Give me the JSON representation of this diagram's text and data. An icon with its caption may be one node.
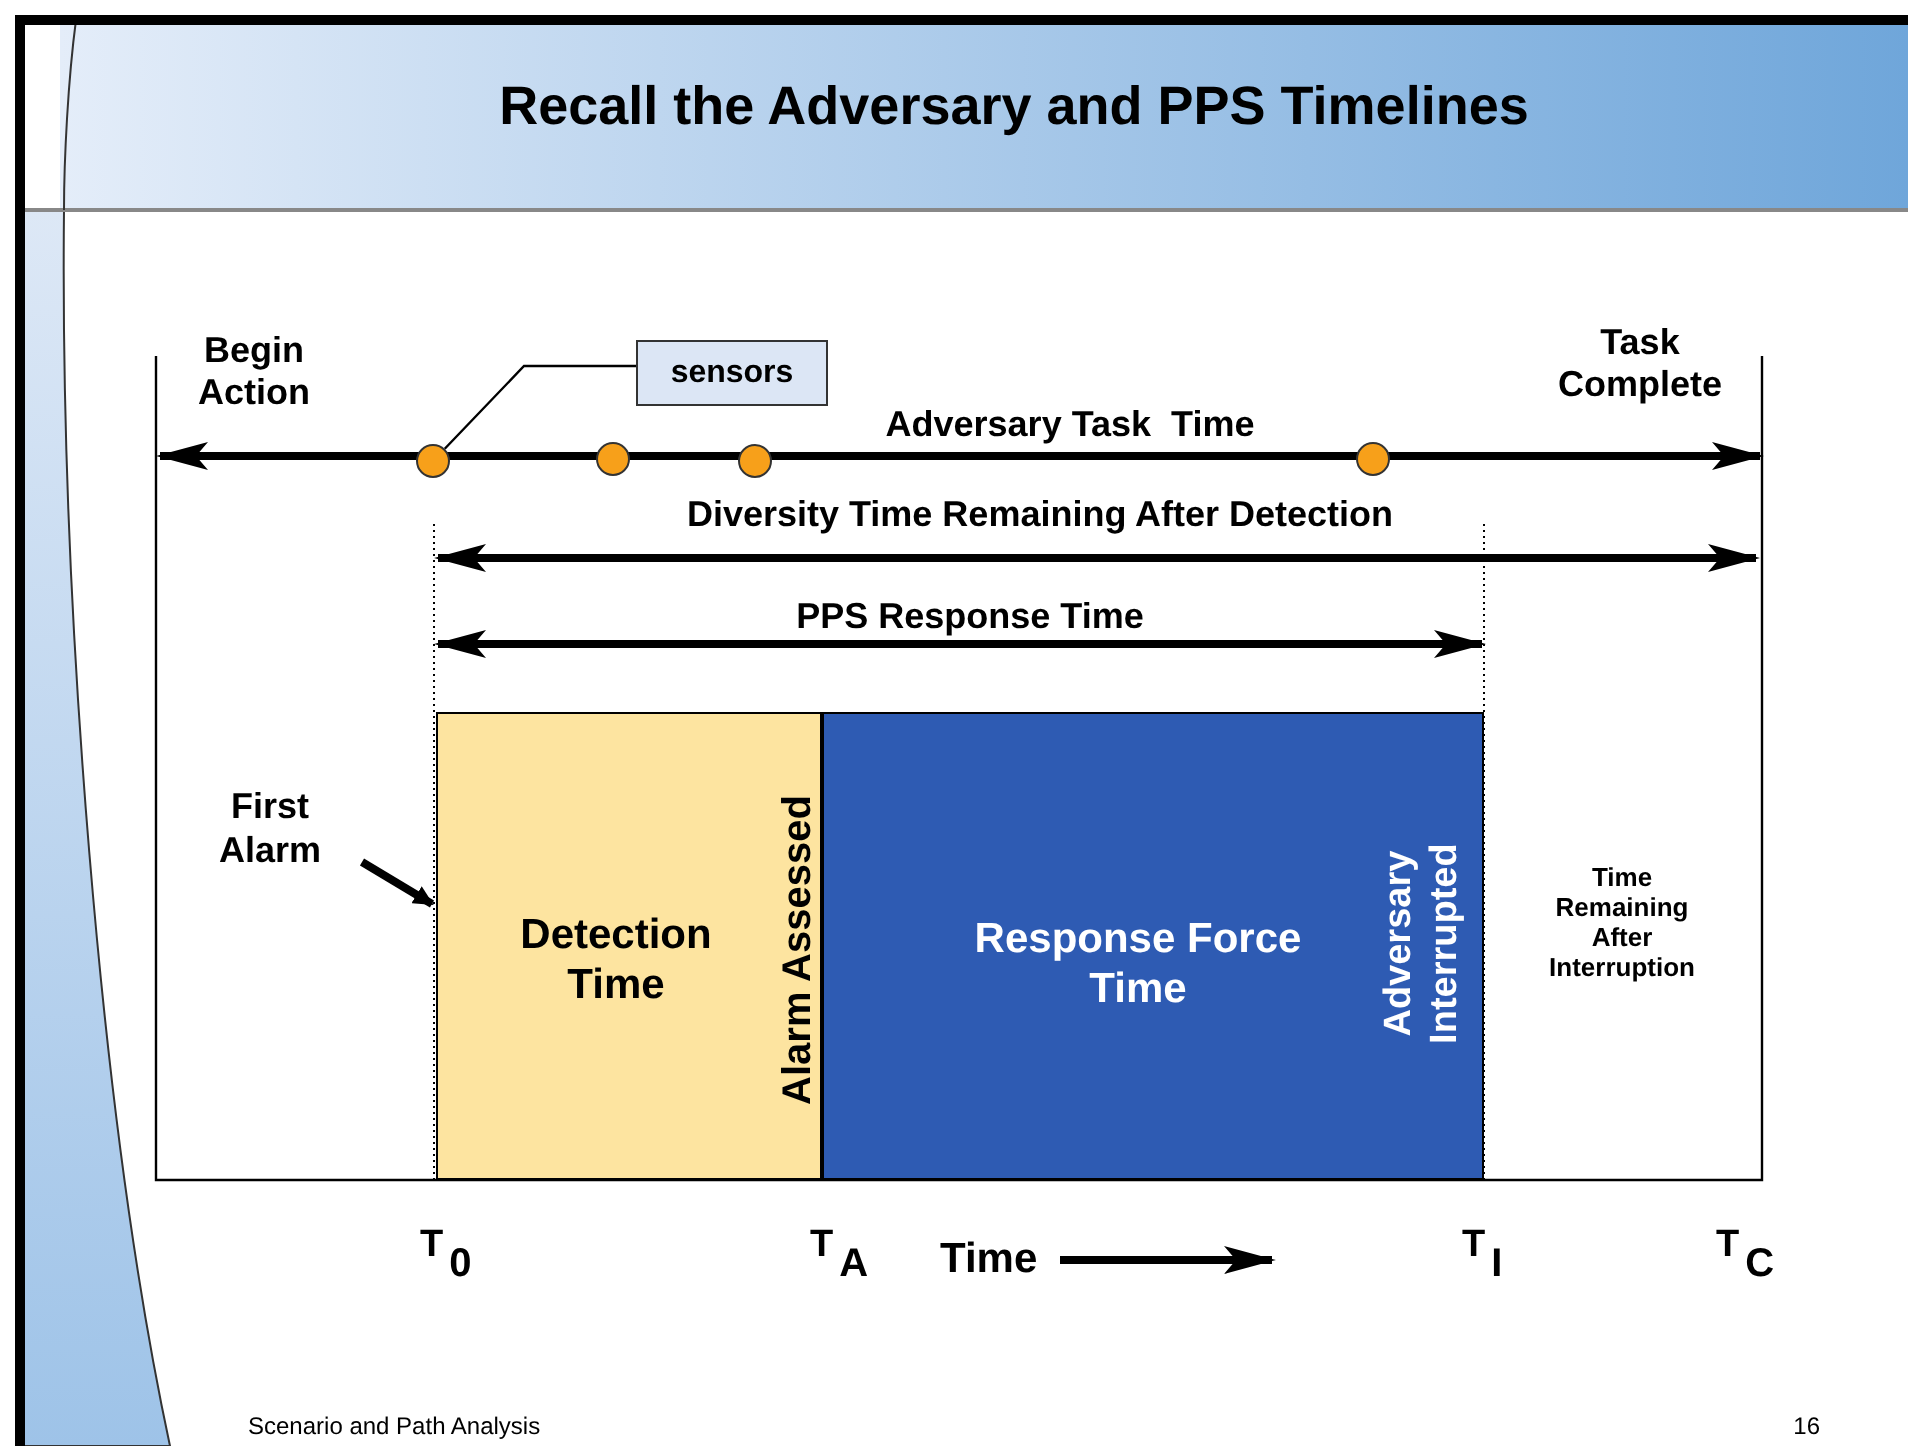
{
  "diagram": {
    "title": "Recall the Adversary and PPS Timelines",
    "nodes": [
      {
        "text": [
          "sensors"
        ]
      },
      {
        "text": [],
        "shape": "circle"
      },
      {
        "text": [],
        "shape": "circle"
      },
      {
        "text": [],
        "shape": "circle"
      },
      {
        "text": [],
        "shape": "circle"
      },
      {
        "text": [
          "Detection Time",
          "Alarm Assessed"
        ]
      },
      {
        "text": [
          "Response Force Time",
          "Adversary Interrupted"
        ]
      },
      {
        "text": [
          "First Alarm"
        ]
      }
    ],
    "edges": [
      {
        "from": 0,
        "to": 1,
        "arrow": "none"
      },
      {
        "from": 7,
        "to": 5,
        "arrow": "to",
        "style": "thick"
      }
    ],
    "labels": [
      "Begin Action",
      "Task Complete",
      "Adversary Task  Time",
      "Diversity Time Remaining After Detection",
      "PPS Response Time",
      "Time Remaining After Interruption",
      "T$_{0}$",
      "T$_{A}$",
      "Time",
      "T$_{I}$",
      "T$_{C}$",
      "Scenario and Path Analysis",
      "16"
    ]
  }
}
